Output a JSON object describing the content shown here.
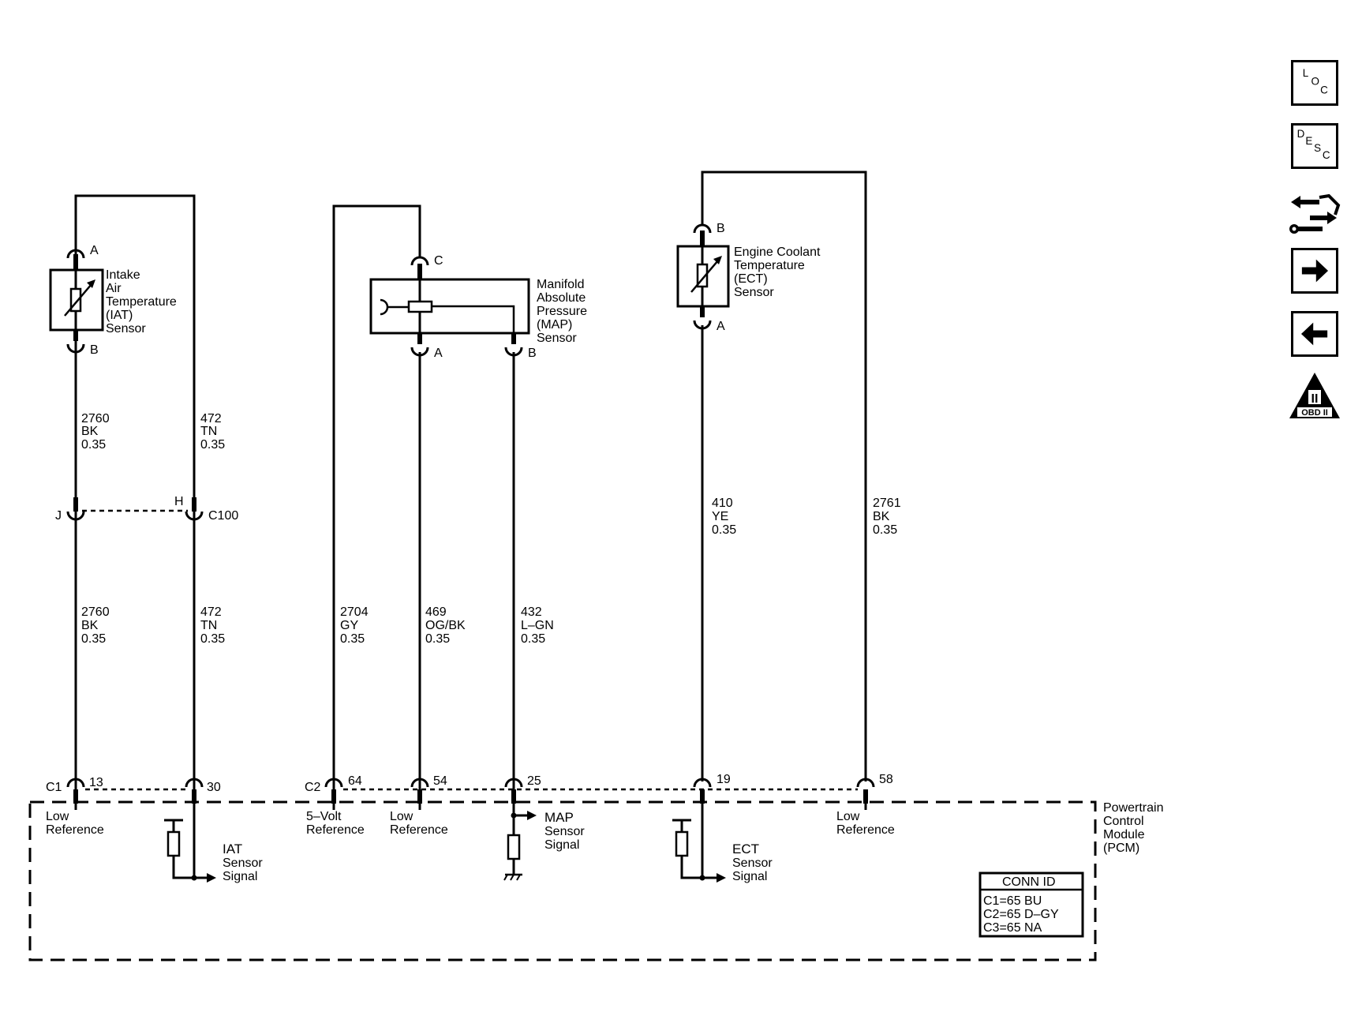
{
  "components": {
    "iat": {
      "lines": [
        "Intake",
        "Air",
        "Temperature",
        "(IAT)",
        "Sensor"
      ],
      "pin_top": "A",
      "pin_bottom": "B"
    },
    "map": {
      "lines": [
        "Manifold",
        "Absolute",
        "Pressure",
        "(MAP)",
        "Sensor"
      ],
      "pin_top": "C",
      "pin_a": "A",
      "pin_b": "B"
    },
    "ect": {
      "lines": [
        "Engine Coolant",
        "Temperature",
        "(ECT)",
        "Sensor"
      ],
      "pin_top": "B",
      "pin_bottom": "A"
    },
    "pcm": {
      "lines": [
        "Powertrain",
        "Control",
        "Module",
        "(PCM)"
      ]
    }
  },
  "wires": {
    "w2760_upper": [
      "2760",
      "BK",
      "0.35"
    ],
    "w472_upper": [
      "472",
      "TN",
      "0.35"
    ],
    "w2760_lower": [
      "2760",
      "BK",
      "0.35"
    ],
    "w472_lower": [
      "472",
      "TN",
      "0.35"
    ],
    "w2704": [
      "2704",
      "GY",
      "0.35"
    ],
    "w469": [
      "469",
      "OG/BK",
      "0.35"
    ],
    "w432": [
      "432",
      "L–GN",
      "0.35"
    ],
    "w410": [
      "410",
      "YE",
      "0.35"
    ],
    "w2761": [
      "2761",
      "BK",
      "0.35"
    ]
  },
  "c100": {
    "name": "C100",
    "pin_left": "J",
    "pin_right": "H"
  },
  "pcm_connectors": {
    "c1": {
      "name": "C1",
      "pins": [
        "13",
        "30"
      ]
    },
    "c2": {
      "name": "C2",
      "pins": [
        "64",
        "54",
        "25",
        "19",
        "58"
      ]
    }
  },
  "pcm_labels": {
    "low_ref_1": [
      "Low",
      "Reference"
    ],
    "iat_signal": [
      "IAT",
      "Sensor",
      "Signal"
    ],
    "volt_ref": [
      "5–Volt",
      "Reference"
    ],
    "low_ref_2": [
      "Low",
      "Reference"
    ],
    "map_signal": [
      "MAP",
      "Sensor",
      "Signal"
    ],
    "ect_signal": [
      "ECT",
      "Sensor",
      "Signal"
    ],
    "low_ref_3": [
      "Low",
      "Reference"
    ]
  },
  "conn_id": {
    "title": "CONN ID",
    "rows": [
      "C1=65 BU",
      "C2=65 D–GY",
      "C3=65 NA"
    ]
  },
  "nav": {
    "loc": [
      "L",
      "O",
      "C"
    ],
    "desc": [
      "D",
      "E",
      "S",
      "C"
    ],
    "obd": [
      "II",
      "OBD II"
    ]
  }
}
